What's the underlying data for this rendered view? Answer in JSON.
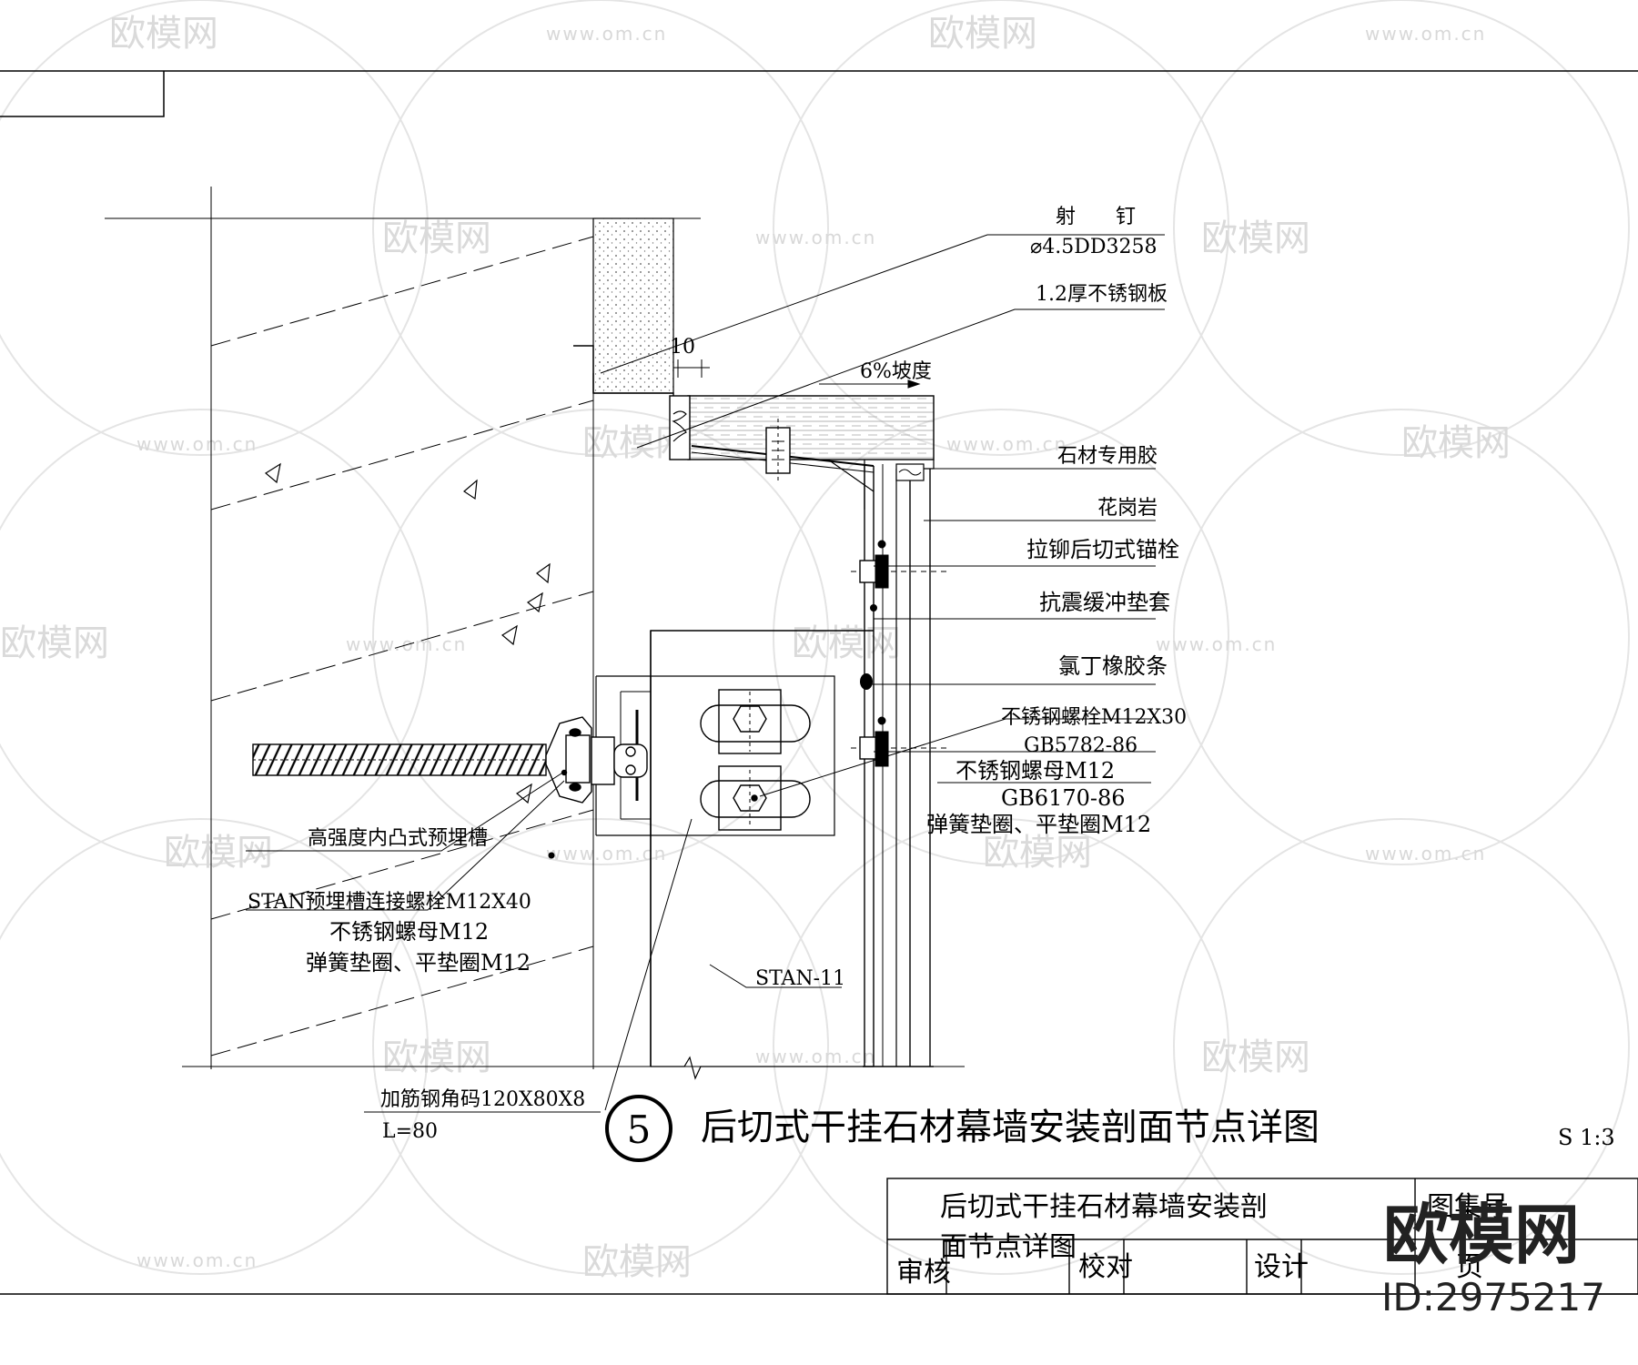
{
  "drawing": {
    "title": "后切式干挂石材幕墙安装剖面节点详图",
    "detail_number": "5",
    "scale": "S 1:3"
  },
  "labels": {
    "nail": "射　　钉",
    "nail_spec": "⌀4.5DD3258",
    "steel_plate": "1.2厚不锈钢板",
    "dim_10": "10",
    "slope": "6%坡度",
    "stone_glue": "石材专用胶",
    "granite": "花岗岩",
    "anchor": "拉铆后切式锚栓",
    "sleeve": "抗震缓冲垫套",
    "rubber_strip": "氯丁橡胶条",
    "ss_bolt": "不锈钢螺栓M12X30",
    "gb5782": "GB5782-86",
    "ss_nut": "不锈钢螺母M12",
    "gb6170": "GB6170-86",
    "washers": "弹簧垫圈、平垫圈M12",
    "embed_channel": "高强度内凸式预埋槽",
    "stan_bolt": "STAN预埋槽连接螺栓M12X40",
    "left_nut": "不锈钢螺母M12",
    "left_washers": "弹簧垫圈、平垫圈M12",
    "stan11": "STAN-11",
    "angle": "加筋钢角码120X80X8",
    "angle_len": "L=80"
  },
  "title_block": {
    "name_line1": "后切式干挂石材幕墙安装剖",
    "name_line2": "面节点详图",
    "atlas_no": "图集号",
    "review": "审核",
    "check": "校对",
    "design": "设计",
    "page": "页"
  },
  "watermark": {
    "brand": "欧模网",
    "url": "www.om.cn",
    "id": "ID:2975217"
  }
}
